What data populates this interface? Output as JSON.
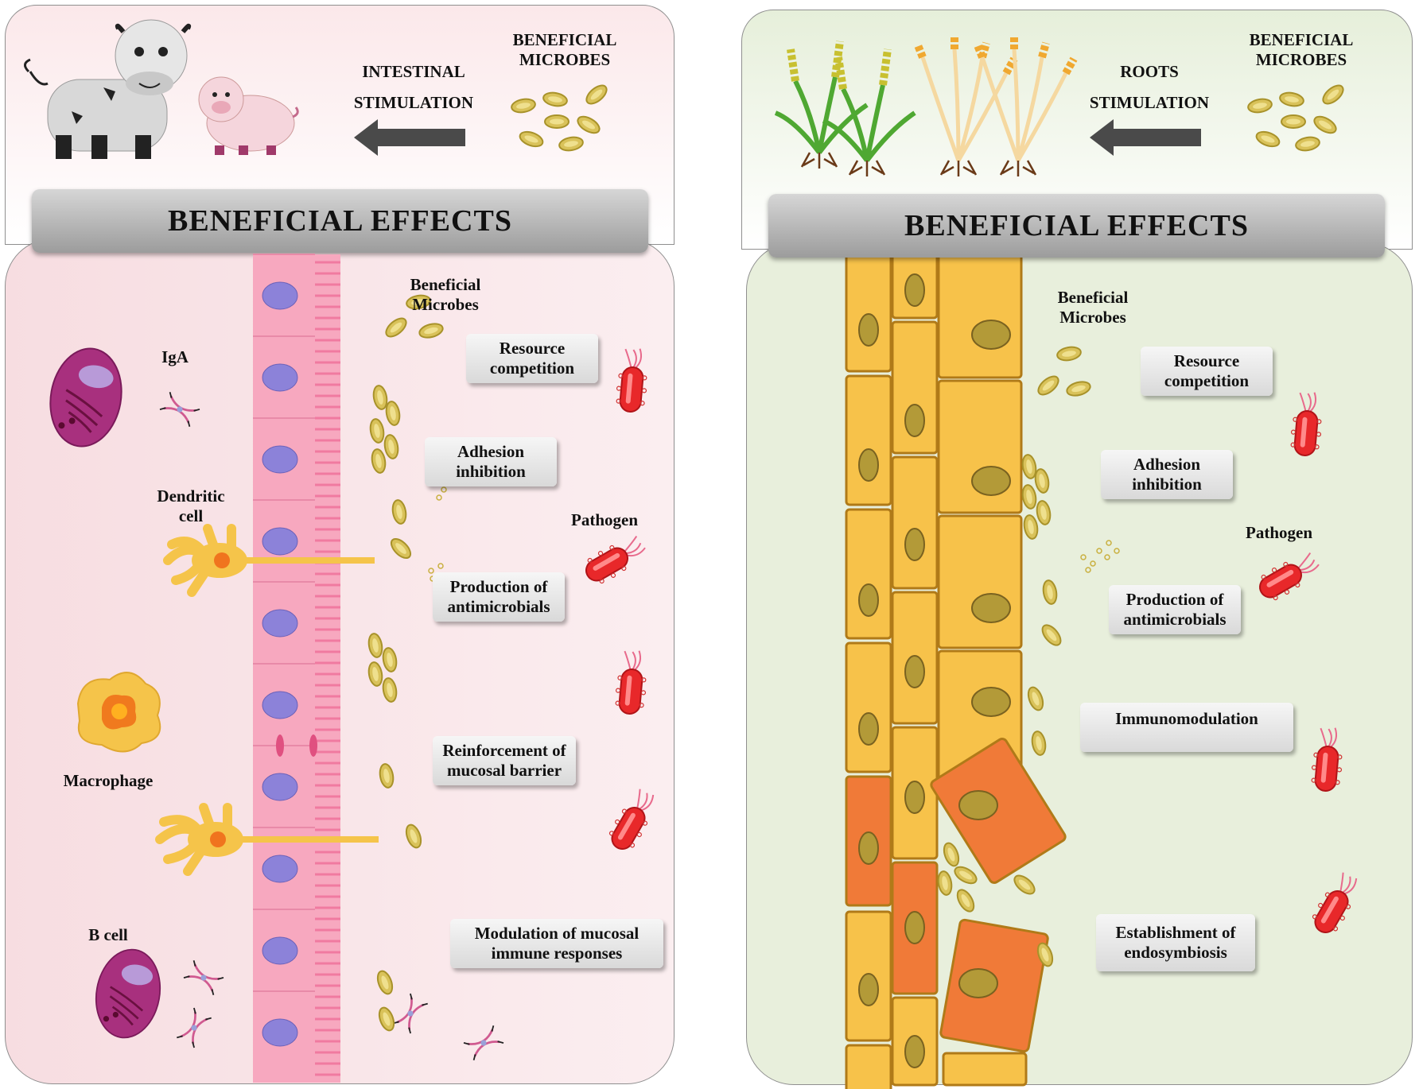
{
  "left_panel": {
    "header": {
      "line1": "INTESTINAL",
      "line2": "STIMULATION",
      "microbes_line1": "BENEFICIAL",
      "microbes_line2": "MICROBES"
    },
    "banner": "BENEFICIAL EFFECTS",
    "labels": {
      "iga": "IgA",
      "dendritic_line1": "Dendritic",
      "dendritic_line2": "cell",
      "macrophage": "Macrophage",
      "b_cell": "B cell",
      "microbes_line1": "Beneficial",
      "microbes_line2": "Microbes",
      "pathogen": "Pathogen"
    },
    "effects": [
      {
        "line1": "Resource",
        "line2": "competition"
      },
      {
        "line1": "Adhesion",
        "line2": "inhibition"
      },
      {
        "line1": "Production of",
        "line2": "antimicrobials"
      },
      {
        "line1": "Reinforcement of",
        "line2": "mucosal barrier"
      },
      {
        "line1": "Modulation of mucosal",
        "line2": "immune responses"
      }
    ]
  },
  "right_panel": {
    "header": {
      "line1": "ROOTS",
      "line2": "STIMULATION",
      "microbes_line1": "BENEFICIAL",
      "microbes_line2": "MICROBES"
    },
    "banner": "BENEFICIAL EFFECTS",
    "labels": {
      "microbes_line1": "Beneficial",
      "microbes_line2": "Microbes",
      "pathogen": "Pathogen"
    },
    "effects": [
      {
        "line1": "Resource",
        "line2": "competition"
      },
      {
        "line1": "Adhesion",
        "line2": "inhibition"
      },
      {
        "line1": "Production of",
        "line2": "antimicrobials"
      },
      {
        "line1": "Immunomodulation",
        "line2": ""
      },
      {
        "line1": "Establishment of",
        "line2": "endosymbiosis"
      }
    ]
  },
  "colors": {
    "animal_bg": "#f8e3e6",
    "plant_bg": "#e8efdc",
    "microbe": "#d9c25a",
    "pathogen": "#e8282a",
    "epithelium": "#f7a8bf",
    "nucleus": "#8c82d9",
    "root_cell": "#f7c24a",
    "root_cell_orange": "#f07a38",
    "cell_nucleus": "#b39a38",
    "b_cell": "#a8307e",
    "arrow": "#4a4a4a"
  }
}
